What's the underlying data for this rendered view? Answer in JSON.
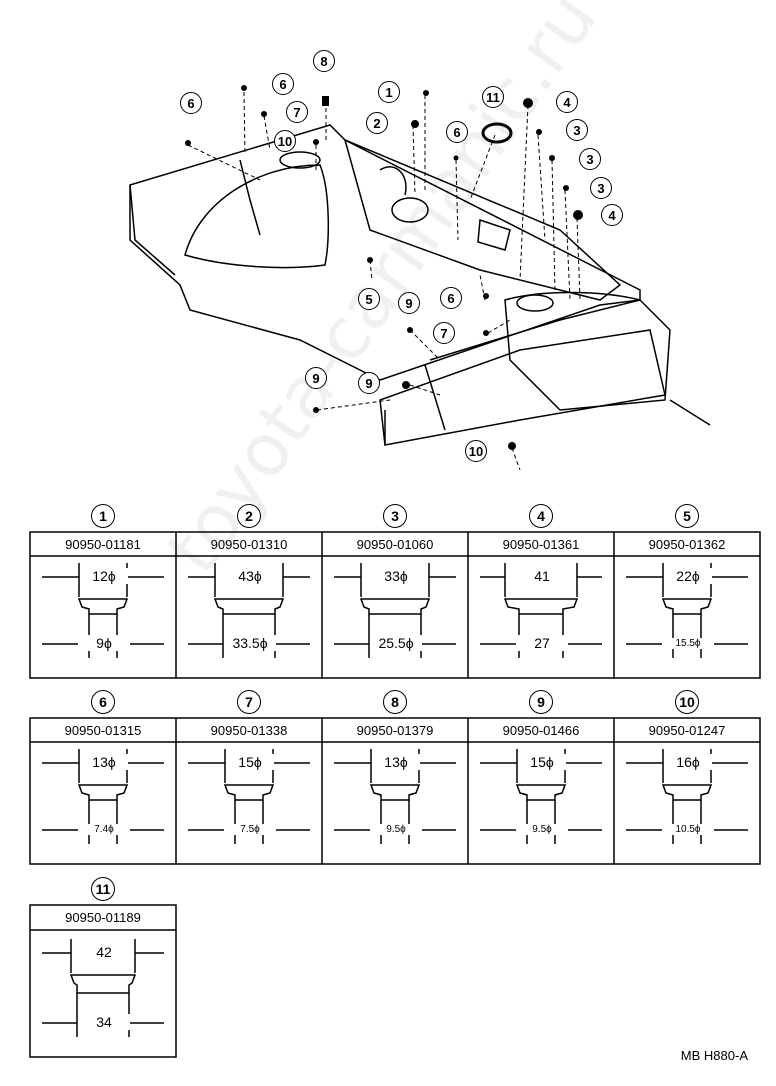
{
  "diagram": {
    "callouts": [
      "6",
      "6",
      "7",
      "8",
      "10",
      "1",
      "2",
      "6",
      "11",
      "4",
      "3",
      "3",
      "3",
      "4",
      "5",
      "9",
      "6",
      "7",
      "9",
      "9",
      "10"
    ],
    "watermark": "toyota-carmanic.ru",
    "footer": "MB H880-A"
  },
  "parts": [
    {
      "num": "1",
      "code": "90950-01181",
      "top": "12ϕ",
      "bottom": "9ϕ"
    },
    {
      "num": "2",
      "code": "90950-01310",
      "top": "43ϕ",
      "bottom": "33.5ϕ"
    },
    {
      "num": "3",
      "code": "90950-01060",
      "top": "33ϕ",
      "bottom": "25.5ϕ"
    },
    {
      "num": "4",
      "code": "90950-01361",
      "top": "41",
      "bottom": "27"
    },
    {
      "num": "5",
      "code": "90950-01362",
      "top": "22ϕ",
      "bottom": "15.5ϕ"
    },
    {
      "num": "6",
      "code": "90950-01315",
      "top": "13ϕ",
      "bottom": "7.4ϕ"
    },
    {
      "num": "7",
      "code": "90950-01338",
      "top": "15ϕ",
      "bottom": "7.5ϕ"
    },
    {
      "num": "8",
      "code": "90950-01379",
      "top": "13ϕ",
      "bottom": "9.5ϕ"
    },
    {
      "num": "9",
      "code": "90950-01466",
      "top": "15ϕ",
      "bottom": "9.5ϕ"
    },
    {
      "num": "10",
      "code": "90950-01247",
      "top": "16ϕ",
      "bottom": "10.5ϕ"
    },
    {
      "num": "11",
      "code": "90950-01189",
      "top": "42",
      "bottom": "34"
    }
  ]
}
